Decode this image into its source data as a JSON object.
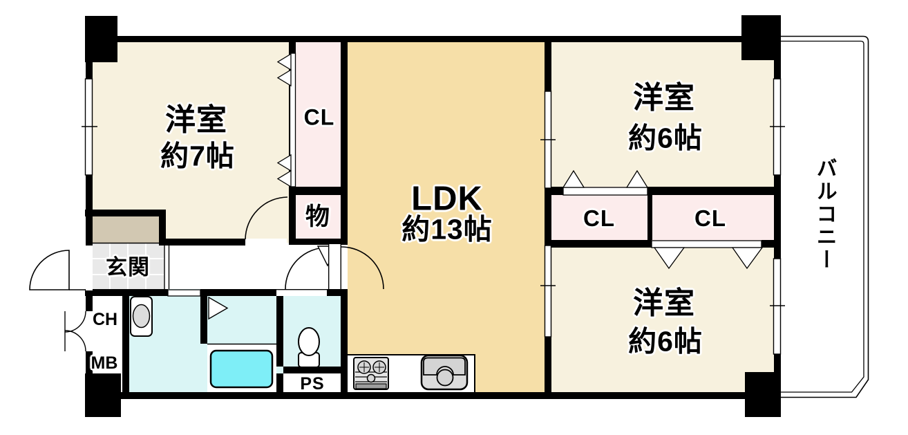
{
  "floorplan": {
    "rooms": {
      "bedroom_west": {
        "name_label": "洋室",
        "size_label": "約7帖"
      },
      "ldk": {
        "name_label": "LDK",
        "size_label": "約13帖"
      },
      "bedroom_ne": {
        "name_label": "洋室",
        "size_label": "約6帖"
      },
      "bedroom_se": {
        "name_label": "洋室",
        "size_label": "約6帖"
      },
      "closet_west": {
        "label": "CL"
      },
      "storage": {
        "label": "物"
      },
      "closet_ne": {
        "label": "CL"
      },
      "closet_se": {
        "label": "CL"
      },
      "entrance": {
        "label": "玄関"
      },
      "balcony": {
        "label": "バルコニー"
      },
      "pipe_space": {
        "label": "PS"
      },
      "chamber_box": {
        "label": "CH"
      },
      "meter_box": {
        "label": "MB"
      }
    },
    "colors": {
      "wall": "#000000",
      "room_cream": "#f7f1de",
      "ldk_tan": "#f6dfa8",
      "closet_pink": "#fcecec",
      "wet_cyan": "#daf5f5",
      "bathtub_cyan": "#7eeef7",
      "tile_gray": "#e9e9e9",
      "cabinet_tan": "#d2c8b2",
      "fixture_gray": "#dcdcdc",
      "background": "#ffffff"
    }
  }
}
